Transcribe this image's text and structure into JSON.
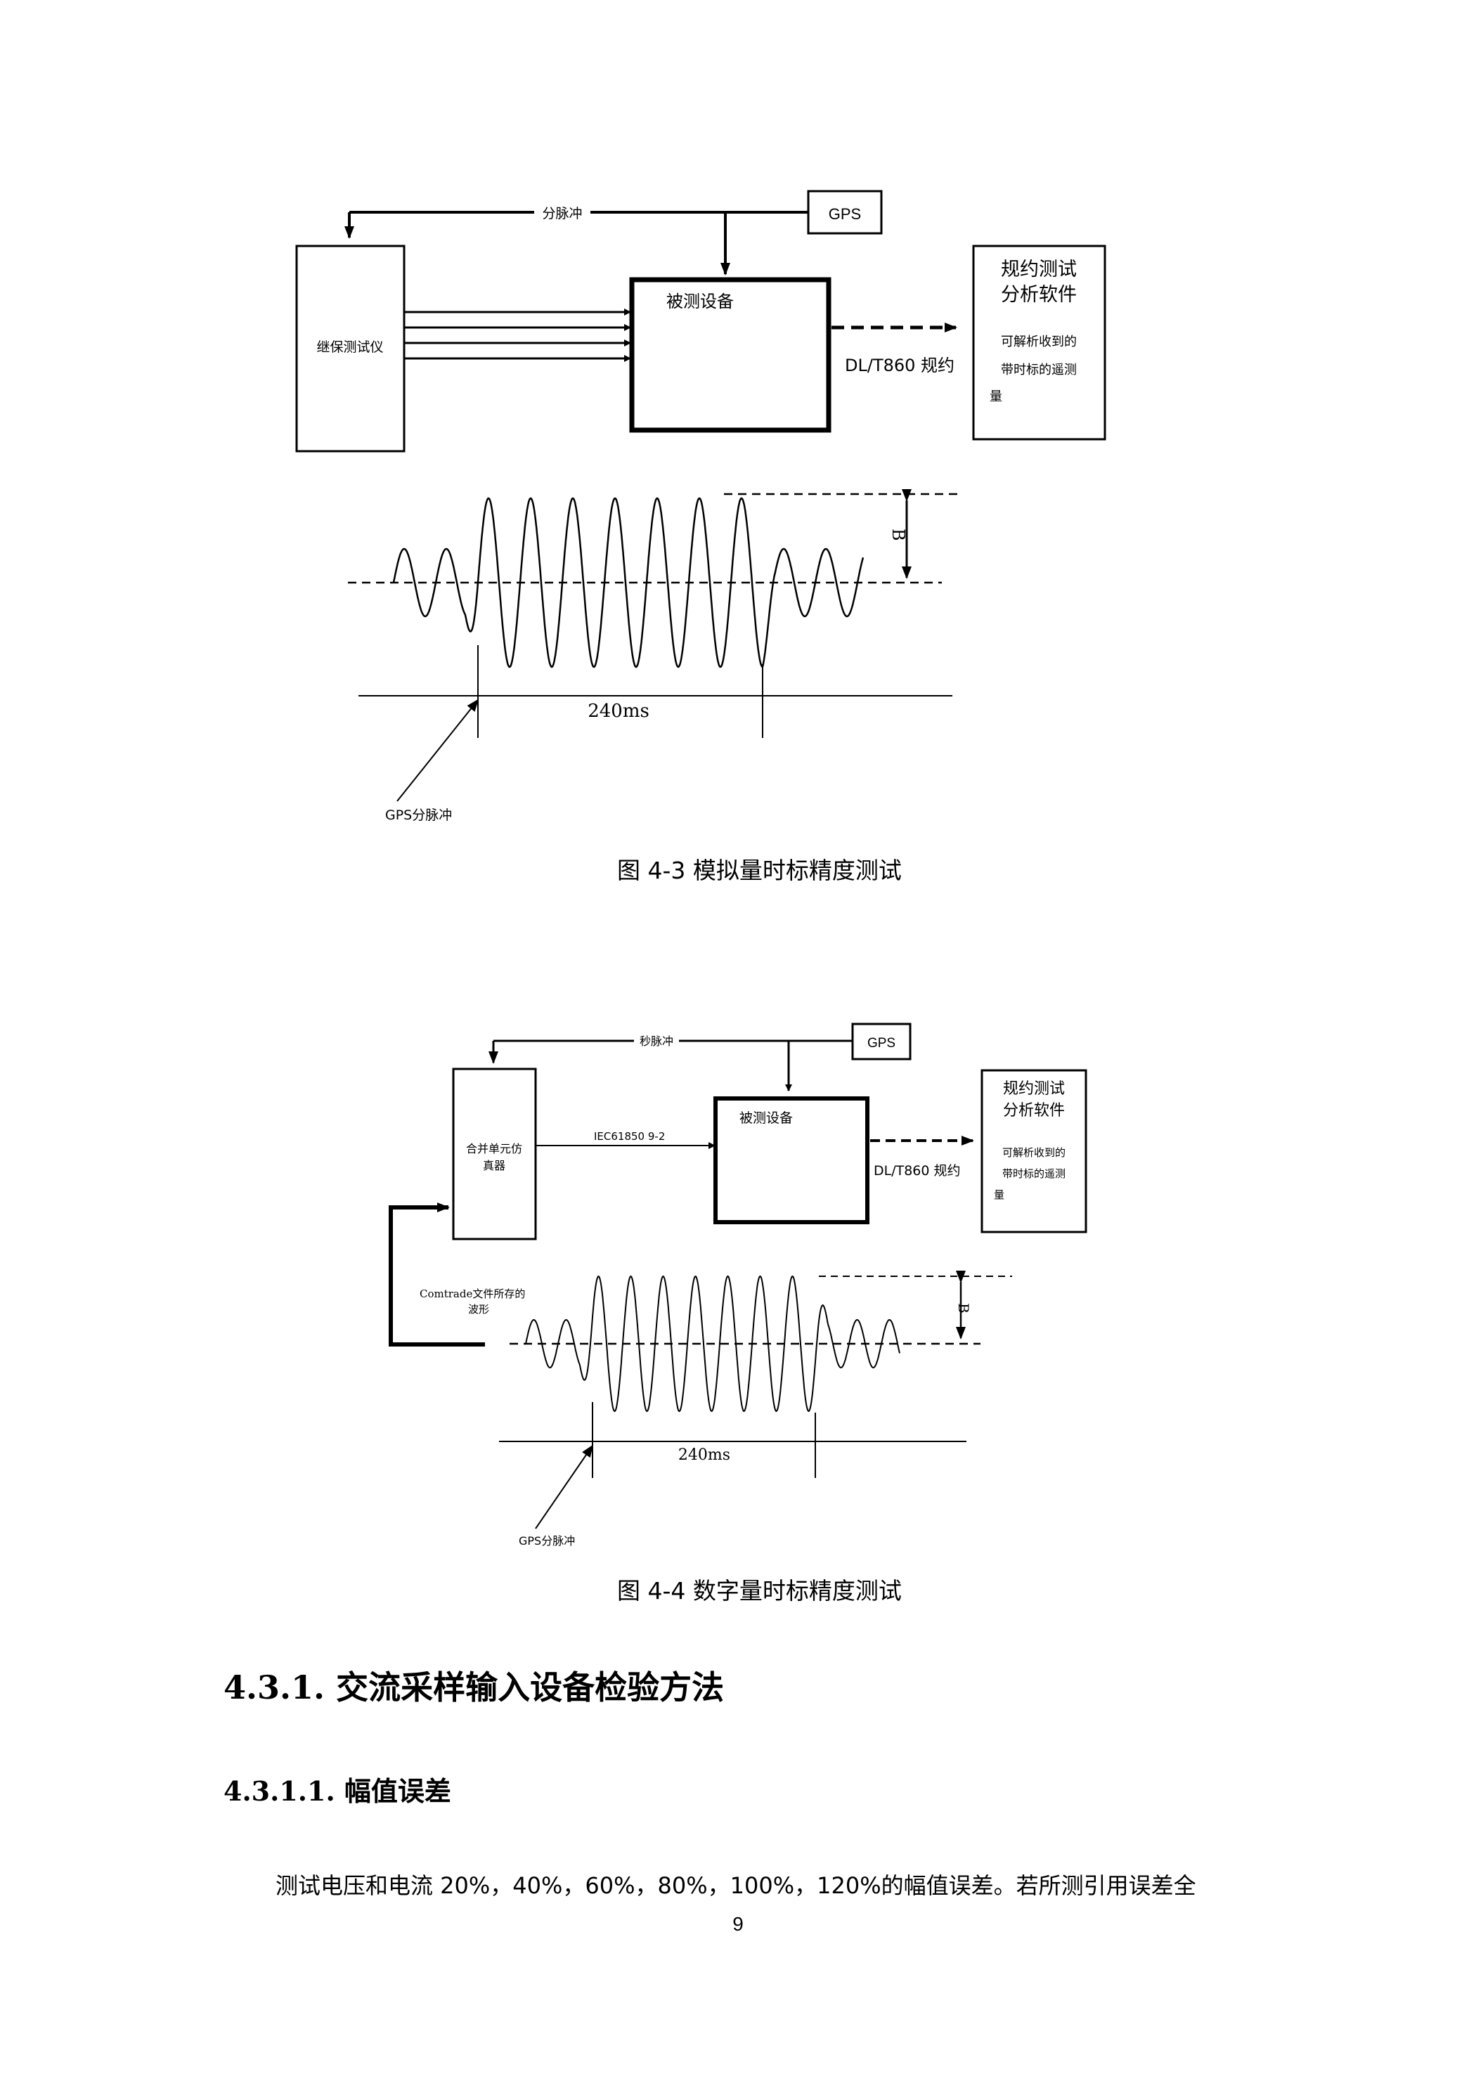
{
  "figure1": {
    "gps_label": "GPS",
    "pulse_label": "分脉冲",
    "tester_label": "继保测试仪",
    "dut_label": "被测设备",
    "software_title": [
      "规约测试",
      "分析软件"
    ],
    "software_note": [
      "可解析收到的",
      "带时标的遥测",
      "量"
    ],
    "protocol_label": "DL/T860 规约",
    "b_label": "B",
    "duration_label": "240ms",
    "gps_pulse_label": "GPS分脉冲",
    "caption": "图 4-3 模拟量时标精度测试"
  },
  "figure2": {
    "gps_label": "GPS",
    "pulse_label": "秒脉冲",
    "mu_label": [
      "合并单元仿",
      "真器"
    ],
    "iec_label": "IEC61850 9-2",
    "dut_label": "被测设备",
    "software_title": [
      "规约测试",
      "分析软件"
    ],
    "software_note": [
      "可解析收到的",
      "带时标的遥测",
      "量"
    ],
    "protocol_label": "DL/T860 规约",
    "comtrade_label": [
      "Comtrade文件所存的",
      "波形"
    ],
    "b_label": "B",
    "duration_label": "240ms",
    "gps_pulse_label": "GPS分脉冲",
    "caption": "图 4-4 数字量时标精度测试"
  },
  "section_heading": "4.3.1. 交流采样输入设备检验方法",
  "subsection_heading": "4.3.1.1. 幅值误差",
  "paragraph": "测试电压和电流 20%，40%，60%，80%，100%，120%的幅值误差。若所测引用误差全",
  "page_number": "9"
}
